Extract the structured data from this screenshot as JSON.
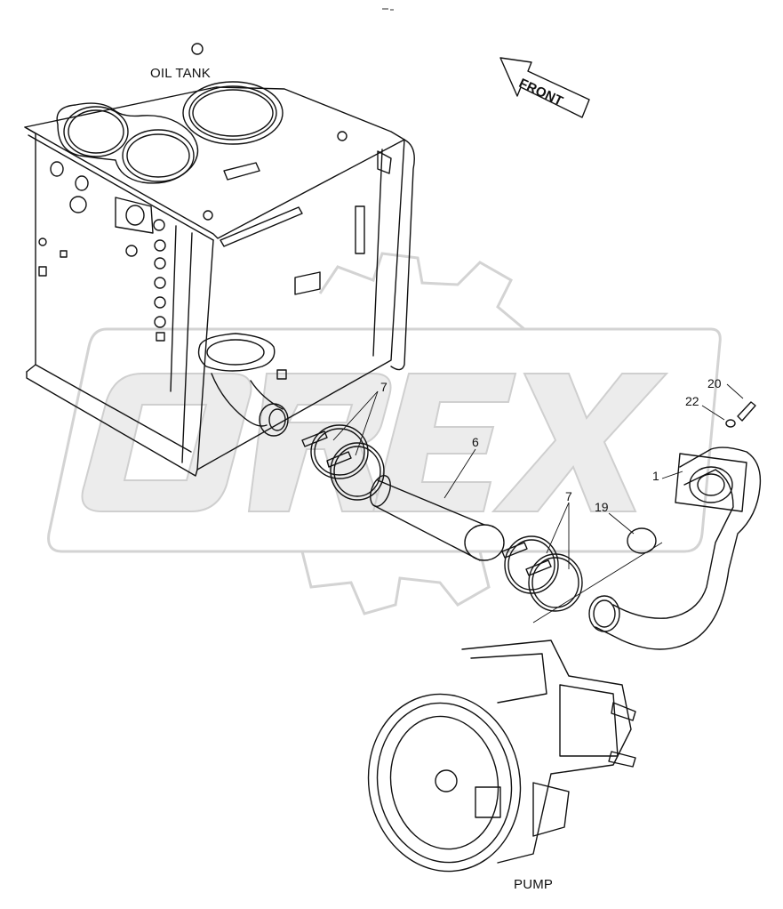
{
  "labels": {
    "oil_tank": "OIL TANK",
    "front": "FRONT",
    "pump": "PUMP"
  },
  "watermark": {
    "text": "OREX"
  },
  "callouts": {
    "c1": "1",
    "c6": "6",
    "c7_top": "7",
    "c7_bottom": "7",
    "c19": "19",
    "c20": "20",
    "c22": "22"
  },
  "colors": {
    "ink": "#111111",
    "watermark": "#d3d3d3",
    "background": "#ffffff"
  }
}
